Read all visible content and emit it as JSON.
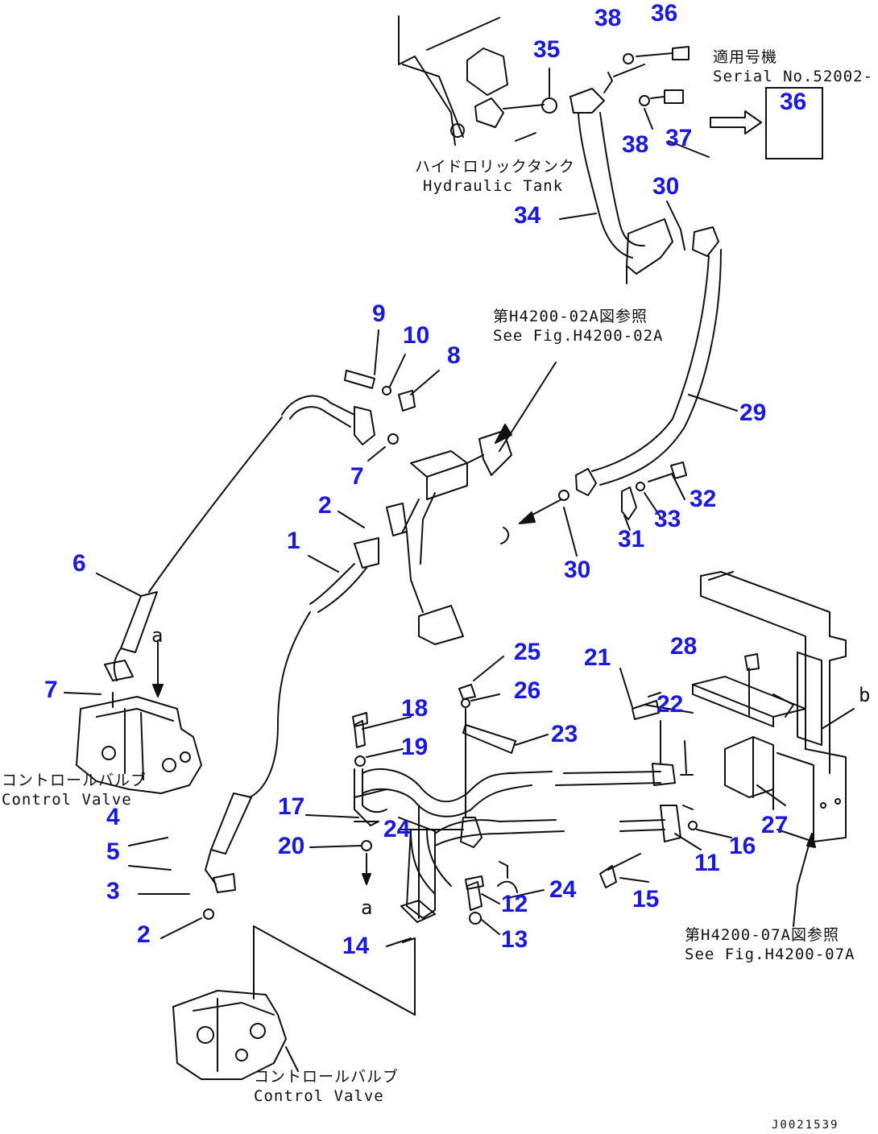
{
  "colors": {
    "callout": "#1a1adc",
    "line": "#111111",
    "background": "#ffffff"
  },
  "callouts": [
    {
      "key": "l38a",
      "text": "38"
    },
    {
      "key": "l36a",
      "text": "36"
    },
    {
      "key": "l35",
      "text": "35"
    },
    {
      "key": "l36b",
      "text": "36"
    },
    {
      "key": "l38b",
      "text": "38"
    },
    {
      "key": "l37",
      "text": "37"
    },
    {
      "key": "l30a",
      "text": "30"
    },
    {
      "key": "l34",
      "text": "34"
    },
    {
      "key": "l9",
      "text": "9"
    },
    {
      "key": "l10",
      "text": "10"
    },
    {
      "key": "l8",
      "text": "8"
    },
    {
      "key": "l29",
      "text": "29"
    },
    {
      "key": "l7a",
      "text": "7"
    },
    {
      "key": "l2a",
      "text": "2"
    },
    {
      "key": "l32",
      "text": "32"
    },
    {
      "key": "l33",
      "text": "33"
    },
    {
      "key": "l1",
      "text": "1"
    },
    {
      "key": "l31",
      "text": "31"
    },
    {
      "key": "l6",
      "text": "6"
    },
    {
      "key": "l30b",
      "text": "30"
    },
    {
      "key": "l25",
      "text": "25"
    },
    {
      "key": "l28",
      "text": "28"
    },
    {
      "key": "l21",
      "text": "21"
    },
    {
      "key": "l26",
      "text": "26"
    },
    {
      "key": "l7b",
      "text": "7"
    },
    {
      "key": "l22",
      "text": "22"
    },
    {
      "key": "l18",
      "text": "18"
    },
    {
      "key": "l23",
      "text": "23"
    },
    {
      "key": "l19",
      "text": "19"
    },
    {
      "key": "l4",
      "text": "4"
    },
    {
      "key": "l17",
      "text": "17"
    },
    {
      "key": "l24a",
      "text": "24"
    },
    {
      "key": "l27",
      "text": "27"
    },
    {
      "key": "l20",
      "text": "20"
    },
    {
      "key": "l16",
      "text": "16"
    },
    {
      "key": "l5",
      "text": "5"
    },
    {
      "key": "l11",
      "text": "11"
    },
    {
      "key": "l3",
      "text": "3"
    },
    {
      "key": "l24b",
      "text": "24"
    },
    {
      "key": "l12",
      "text": "12"
    },
    {
      "key": "l15",
      "text": "15"
    },
    {
      "key": "l2b",
      "text": "2"
    },
    {
      "key": "l13",
      "text": "13"
    },
    {
      "key": "l14",
      "text": "14"
    }
  ],
  "notes": {
    "serial_jp": "適用号機",
    "serial_en": "Serial No.52002-",
    "tank_jp": "ハイドロリックタンク",
    "tank_en": "Hydraulic Tank",
    "fig02_jp": "第H4200-02A図参照",
    "fig02_en": "See Fig.H4200-02A",
    "valve1_jp": "コントロールバルブ",
    "valve1_en": "Control Valve",
    "valve2_jp": "コントロールバルブ",
    "valve2_en": "Control Valve",
    "fig07_jp": "第H4200-07A図参照",
    "fig07_en": "See Fig.H4200-07A",
    "mark_a1": "a",
    "mark_a2": "a",
    "mark_b": "b",
    "drawing_code": "J0021539"
  }
}
